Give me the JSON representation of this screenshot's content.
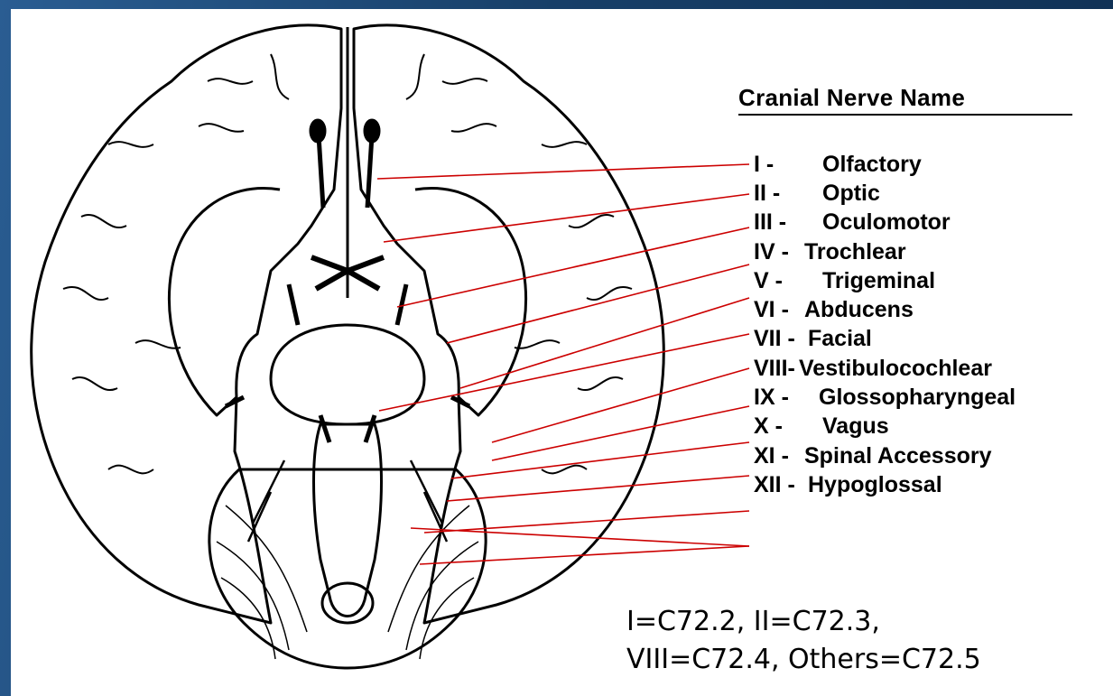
{
  "header": "Cranial Nerve Name",
  "nerves": [
    {
      "num": "I -",
      "name": "Olfactory"
    },
    {
      "num": "II -",
      "name": "Optic"
    },
    {
      "num": "III -",
      "name": "Oculomotor"
    },
    {
      "num": "IV -",
      "name": "Trochlear"
    },
    {
      "num": "V -",
      "name": "Trigeminal"
    },
    {
      "num": "VI -",
      "name": "Abducens"
    },
    {
      "num": "VII -",
      "name": "Facial"
    },
    {
      "num": "VIII-",
      "name": "Vestibulocochlear"
    },
    {
      "num": "IX -",
      "name": "Glossopharyngeal"
    },
    {
      "num": "X -",
      "name": "Vagus"
    },
    {
      "num": "XI -",
      "name": "Spinal Accessory"
    },
    {
      "num": "XII -",
      "name": "Hypoglossal"
    }
  ],
  "codes": {
    "line1": "I=C72.2, II=C72.3,",
    "line2": "VIII=C72.4, Others=C72.5"
  },
  "colors": {
    "background": "#1e4a78",
    "panel": "#ffffff",
    "leader_line": "#cc0000",
    "ink": "#000000"
  },
  "icons": [
    "brain-inferior-view-illustration"
  ]
}
